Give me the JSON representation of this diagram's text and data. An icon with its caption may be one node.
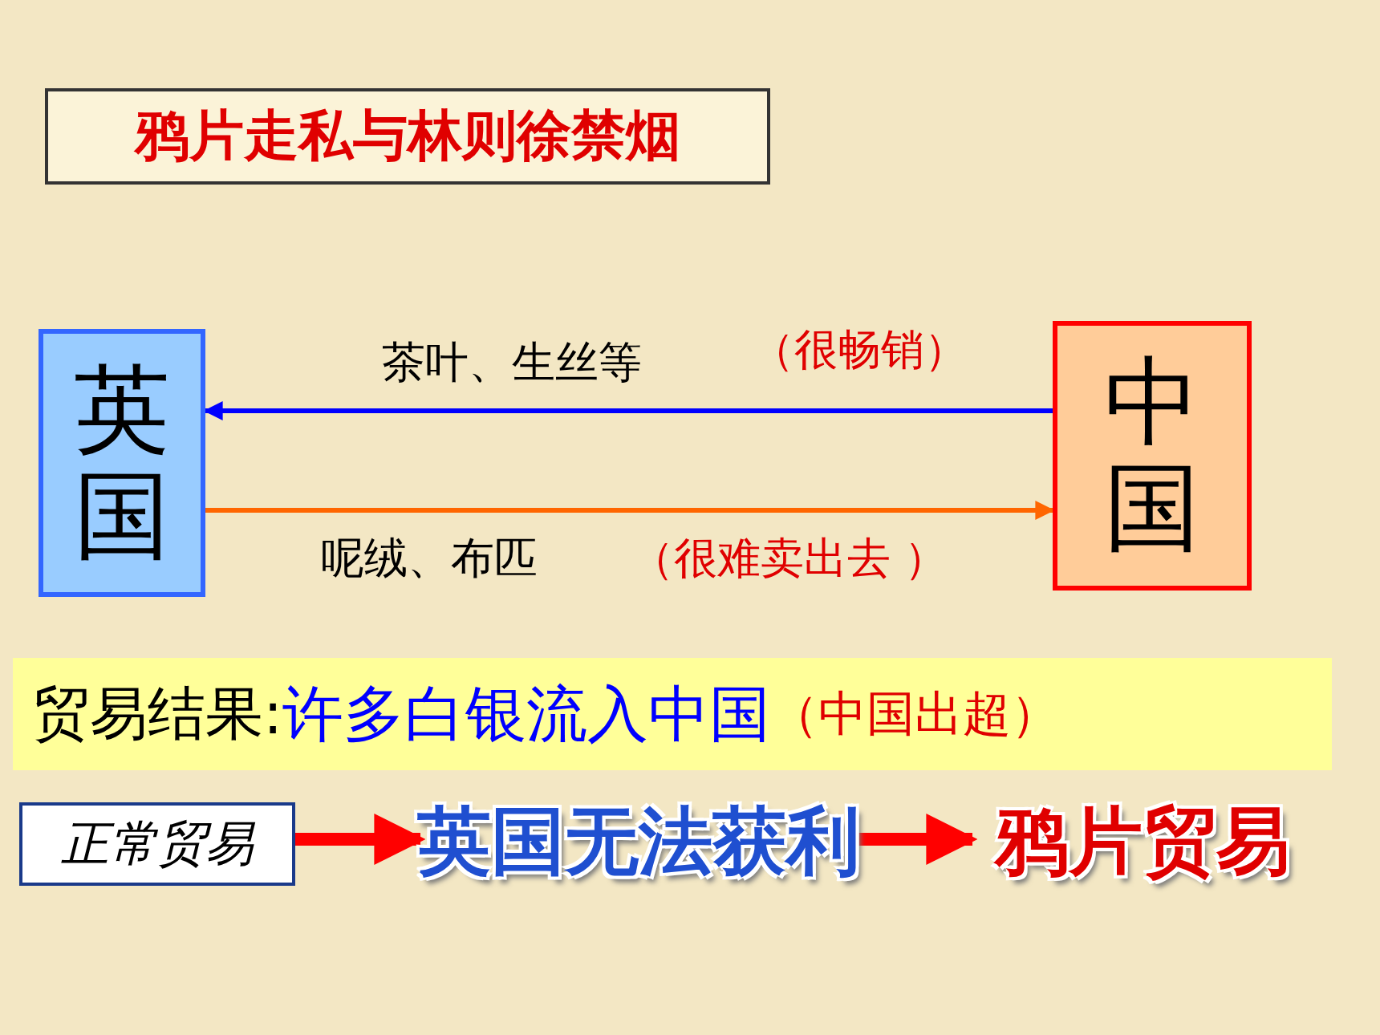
{
  "diagram": {
    "title": "鸦片走私与林则徐禁烟",
    "nodes": [
      {
        "text": [
          "英国"
        ]
      },
      {
        "text": [
          "中国"
        ]
      },
      {
        "text": [
          "正常贸易"
        ]
      },
      {
        "text": [
          "英国无法获利"
        ]
      },
      {
        "text": [
          "鸦片贸易"
        ]
      },
      {
        "text": [
          "贸易结果:",
          "许多白银流入中国",
          "（中国出超）"
        ]
      }
    ],
    "edges": [
      {
        "from": 1,
        "to": 0,
        "arrow": "to",
        "label": "茶叶、生丝等",
        "color": "#0000ff"
      },
      {
        "from": 0,
        "to": 1,
        "arrow": "to",
        "label": "呢绒、布匹",
        "color": "#ff6600"
      },
      {
        "from": 2,
        "to": 3,
        "arrow": "to",
        "style": "thick",
        "color": "#ff0000"
      },
      {
        "from": 3,
        "to": 4,
        "arrow": "to",
        "style": "thick",
        "color": "#ff0000"
      }
    ],
    "labels": [
      "（很畅销）",
      "（很难卖出去 ）"
    ]
  }
}
